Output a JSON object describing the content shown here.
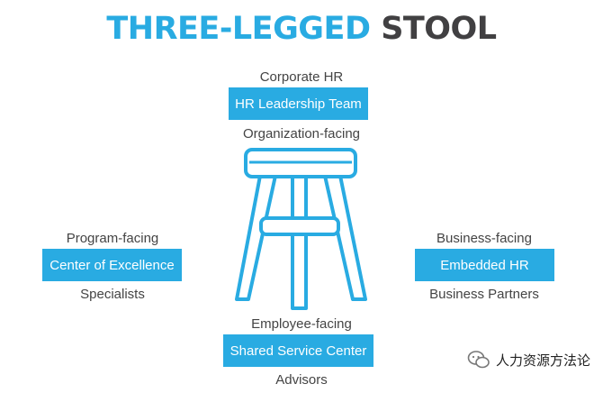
{
  "title": {
    "part1": "THREE-LEGGED",
    "part2": "STOOL"
  },
  "top": {
    "above": "Corporate HR",
    "box": "HR Leadership Team",
    "below": "Organization-facing"
  },
  "left": {
    "above": "Program-facing",
    "box": "Center of Excellence",
    "below": "Specialists"
  },
  "right": {
    "above": "Business-facing",
    "box": "Embedded HR",
    "below": "Business Partners"
  },
  "bottom": {
    "above": "Employee-facing",
    "box": "Shared Service Center",
    "below": "Advisors"
  },
  "watermark": {
    "text": "人力资源方法论"
  },
  "colors": {
    "accent": "#29abe2",
    "dark": "#414042",
    "text": "#444444"
  },
  "icons": {
    "stool": "stool-icon",
    "watermark": "wechat-icon"
  }
}
